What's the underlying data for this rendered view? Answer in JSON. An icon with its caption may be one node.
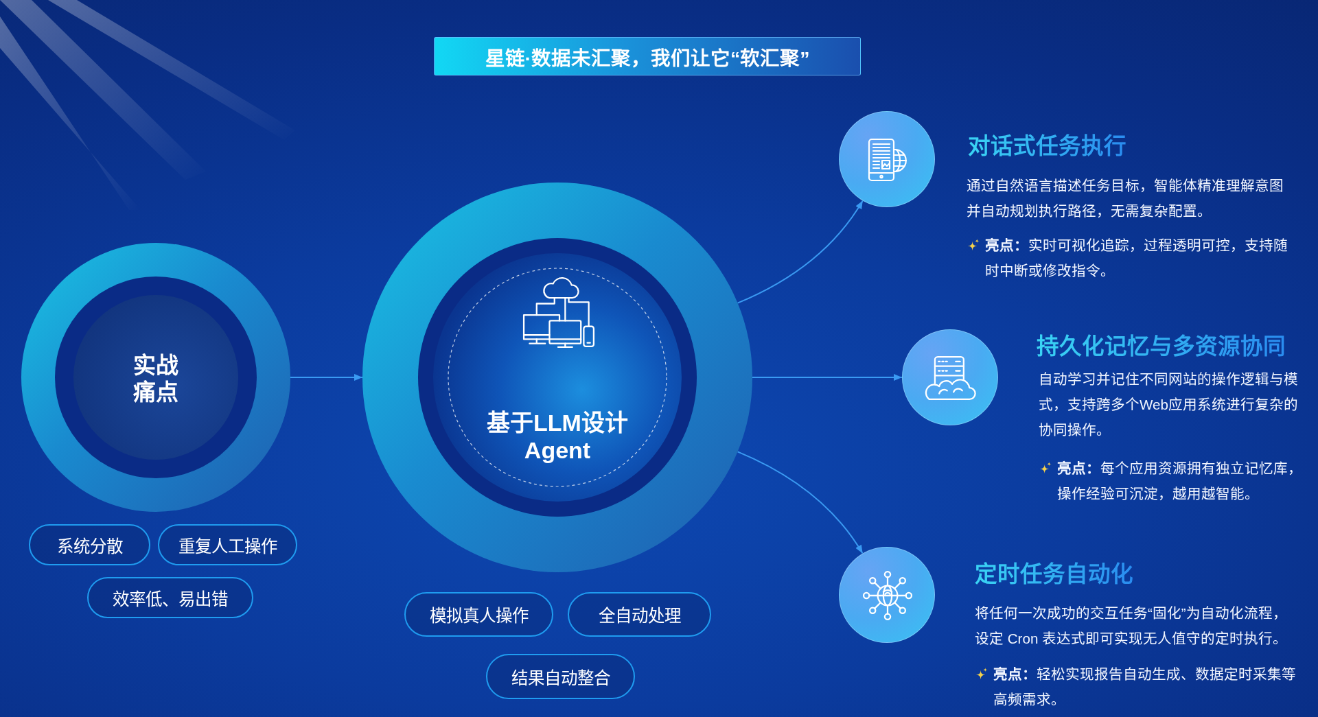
{
  "diagram": {
    "title": "星链·数据未汇聚，我们让它“软汇聚”",
    "nodes": [
      {
        "text": [
          "实战痛点"
        ]
      },
      {
        "text": [
          "系统分散"
        ]
      },
      {
        "text": [
          "重复人工操作"
        ]
      },
      {
        "text": [
          "效率低、易出错"
        ]
      },
      {
        "text": [
          "基于LLM设计 Agent"
        ]
      },
      {
        "text": [
          "模拟真人操作"
        ]
      },
      {
        "text": [
          "全自动处理"
        ]
      },
      {
        "text": [
          "结果自动整合"
        ]
      },
      {
        "text": [],
        "shape": "circle",
        "beside": [
          "对话式任务执行",
          "通过自然语言描述任务目标，智能体精准理解意图并自动规划执行路径，无需复杂配置。",
          "**亮点：**实时可视化追踪，过程透明可控，支持随时中断或修改指令。"
        ]
      },
      {
        "text": [],
        "shape": "circle",
        "beside": [
          "持久化记忆与多资源协同",
          "自动学习并记住不同网站的操作逻辑与模式，支持跨多个Web应用系统进行复杂的协同操作。",
          "**亮点：**每个应用资源拥有独立记忆库，操作经验可沉淀，越用越智能。"
        ]
      },
      {
        "text": [],
        "shape": "circle",
        "beside": [
          "定时任务自动化",
          "将任何一次成功的交互任务“固化”为自动化流程，设定 Cron 表达式即可实现无人值守的定时执行。",
          "**亮点：**轻松实现报告自动生成、数据定时采集等高频需求。"
        ]
      }
    ],
    "edges": [
      {
        "from": 0,
        "to": 4,
        "arrow": "to"
      },
      {
        "from": 4,
        "to": 8,
        "arrow": "to"
      },
      {
        "from": 4,
        "to": 9,
        "arrow": "to"
      },
      {
        "from": 4,
        "to": 10,
        "arrow": "to"
      }
    ]
  }
}
